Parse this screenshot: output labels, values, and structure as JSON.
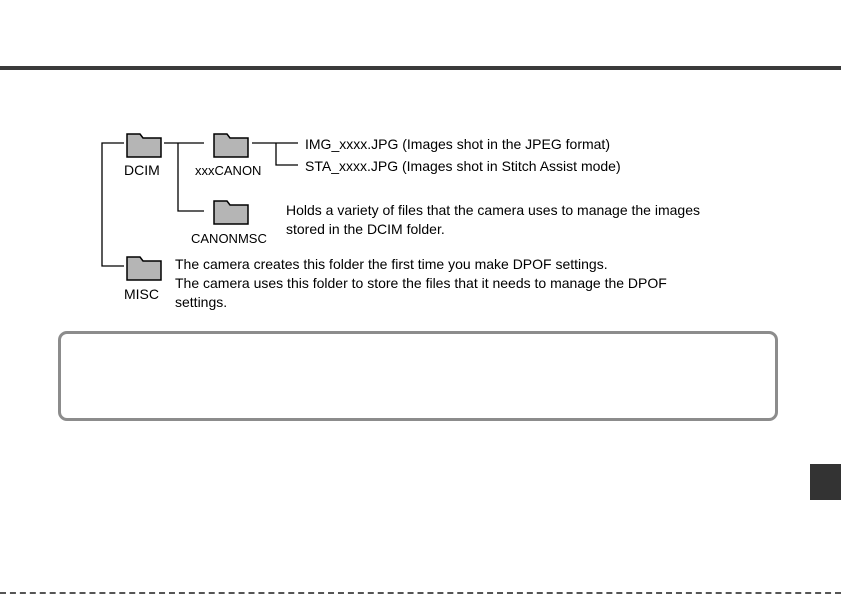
{
  "folders": {
    "dcim": {
      "label": "DCIM",
      "icon": "folder-icon"
    },
    "xxxcanon": {
      "label": "xxxCANON",
      "icon": "folder-icon"
    },
    "canonmsc": {
      "label": "CANONMSC",
      "icon": "folder-icon"
    },
    "misc": {
      "label": "MISC",
      "icon": "folder-icon"
    }
  },
  "files": {
    "img": "IMG_xxxx.JPG (Images shot in the JPEG format)",
    "sta": "STA_xxxx.JPG (Images shot in Stitch Assist mode)"
  },
  "descriptions": {
    "canonmsc_line1": "Holds a variety of files that the camera uses to manage the images",
    "canonmsc_line2": "stored in the DCIM folder.",
    "misc_line1": "The camera creates this folder the first time you make DPOF settings.",
    "misc_line2": "The camera uses this folder to store the files that it needs to manage the DPOF",
    "misc_line3": "settings."
  },
  "colors": {
    "folder_fill": "#b5b5b5",
    "rule": "#3a3a3a",
    "box_border": "#8c8c8c",
    "tab": "#333333"
  }
}
